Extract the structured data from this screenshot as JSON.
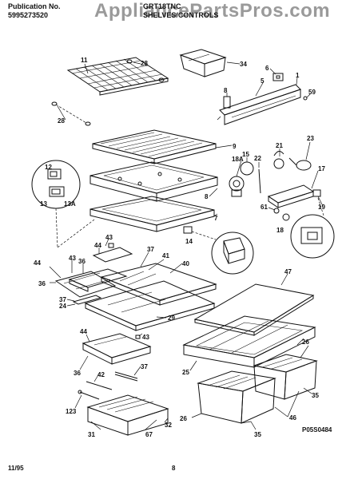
{
  "header": {
    "pub_label": "Publication No.",
    "pub_number": "5995273520",
    "model": "GRT18TNC",
    "section": "SHELVES/CONTROLS",
    "watermark": "AppliancePartsPros.com"
  },
  "footer": {
    "date": "11/95",
    "page": "8",
    "drawing_id": "P05S0484"
  },
  "callouts": {
    "c11": "11",
    "c28a": "28",
    "c28b": "28",
    "c34": "34",
    "c6": "6",
    "c1": "1",
    "c8a": "8",
    "c5": "5",
    "c59": "59",
    "c9": "9",
    "c23": "23",
    "c21": "21",
    "c15": "15",
    "c18A": "18A",
    "c22": "22",
    "c17": "17",
    "c12": "12",
    "c13": "13",
    "c13A": "13A",
    "c8b": "8",
    "c61": "61",
    "c19": "19",
    "c7": "7",
    "c18": "18",
    "c14": "14",
    "c43a": "43",
    "c44a": "44",
    "c37a": "37",
    "c41": "41",
    "c44b": "44",
    "c43b": "43",
    "c36a": "36",
    "c40": "40",
    "c36b": "36",
    "c37b": "37",
    "c24": "24",
    "c29": "29",
    "c47": "47",
    "c44c": "44",
    "c43c": "43",
    "c26a": "26",
    "c25": "25",
    "c36c": "36",
    "c42": "42",
    "c37c": "37",
    "c35a": "35",
    "c123": "123",
    "c31": "31",
    "c67": "67",
    "c32": "32",
    "c26b": "26",
    "c46": "46",
    "c35b": "35"
  }
}
